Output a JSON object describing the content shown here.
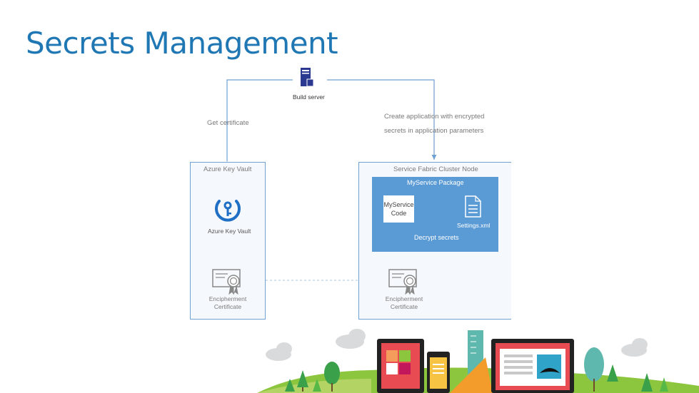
{
  "page": {
    "title": "Secrets Management"
  },
  "diagram": {
    "build_server_label": "Build server",
    "get_certificate_label": "Get certificate",
    "create_app_line1": "Create application with encrypted",
    "create_app_line2": "secrets in application parameters",
    "key_vault_box_title": "Azure Key Vault",
    "key_vault_logo_label": "Azure Key Vault",
    "key_vault_cert_line1": "Encipherment",
    "key_vault_cert_line2": "Certificate",
    "cluster_box_title": "Service Fabric Cluster Node",
    "package_title": "MyService Package",
    "code_line1": "MyService",
    "code_line2": "Code",
    "settings_label": "Settings.xml",
    "decrypt_label": "Decrypt secrets",
    "node_cert_line1": "Encipherment",
    "node_cert_line2": "Certificate"
  },
  "colors": {
    "title_blue": "#1f77b4",
    "box_border": "#6fa1d3",
    "package_fill": "#5b9bd5",
    "server_navy": "#2b3990",
    "grass": "#8cc63f"
  }
}
